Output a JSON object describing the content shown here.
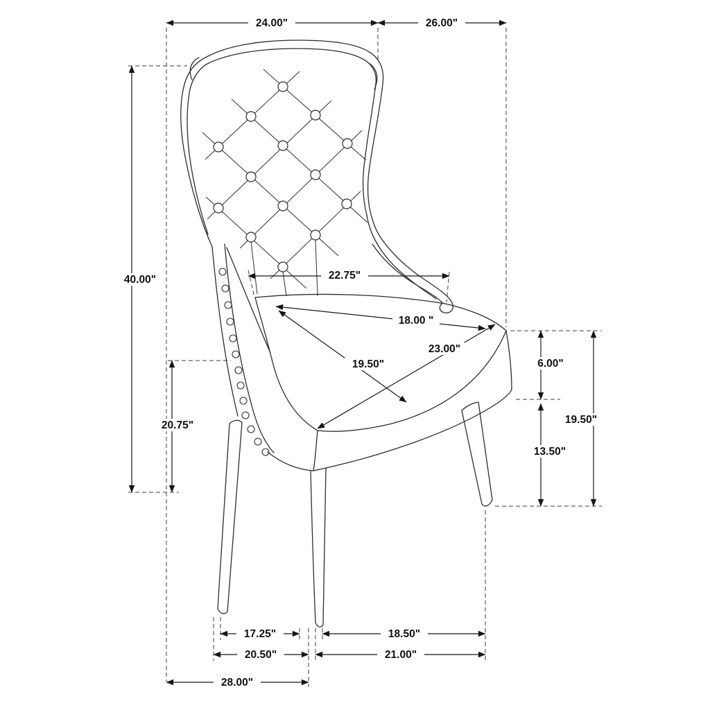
{
  "dims": {
    "back_top_width": "24.00\"",
    "overall_top_width": "26.00\"",
    "overall_height": "40.00\"",
    "back_width_seat_level": "22.75\"",
    "seat_depth": "18.00 \"",
    "seat_front_width": "23.00\"",
    "seat_width": "19.50\"",
    "arm_height": "20.75\"",
    "seat_cushion_side": "6.00\"",
    "seat_height_floor": "19.50\"",
    "leg_height": "13.50\"",
    "front_legs_inner_span": "17.25\"",
    "side_legs_span": "18.50\"",
    "front_base_width": "20.50\"",
    "side_base_depth": "21.00\"",
    "overall_base_depth": "28.00\""
  }
}
